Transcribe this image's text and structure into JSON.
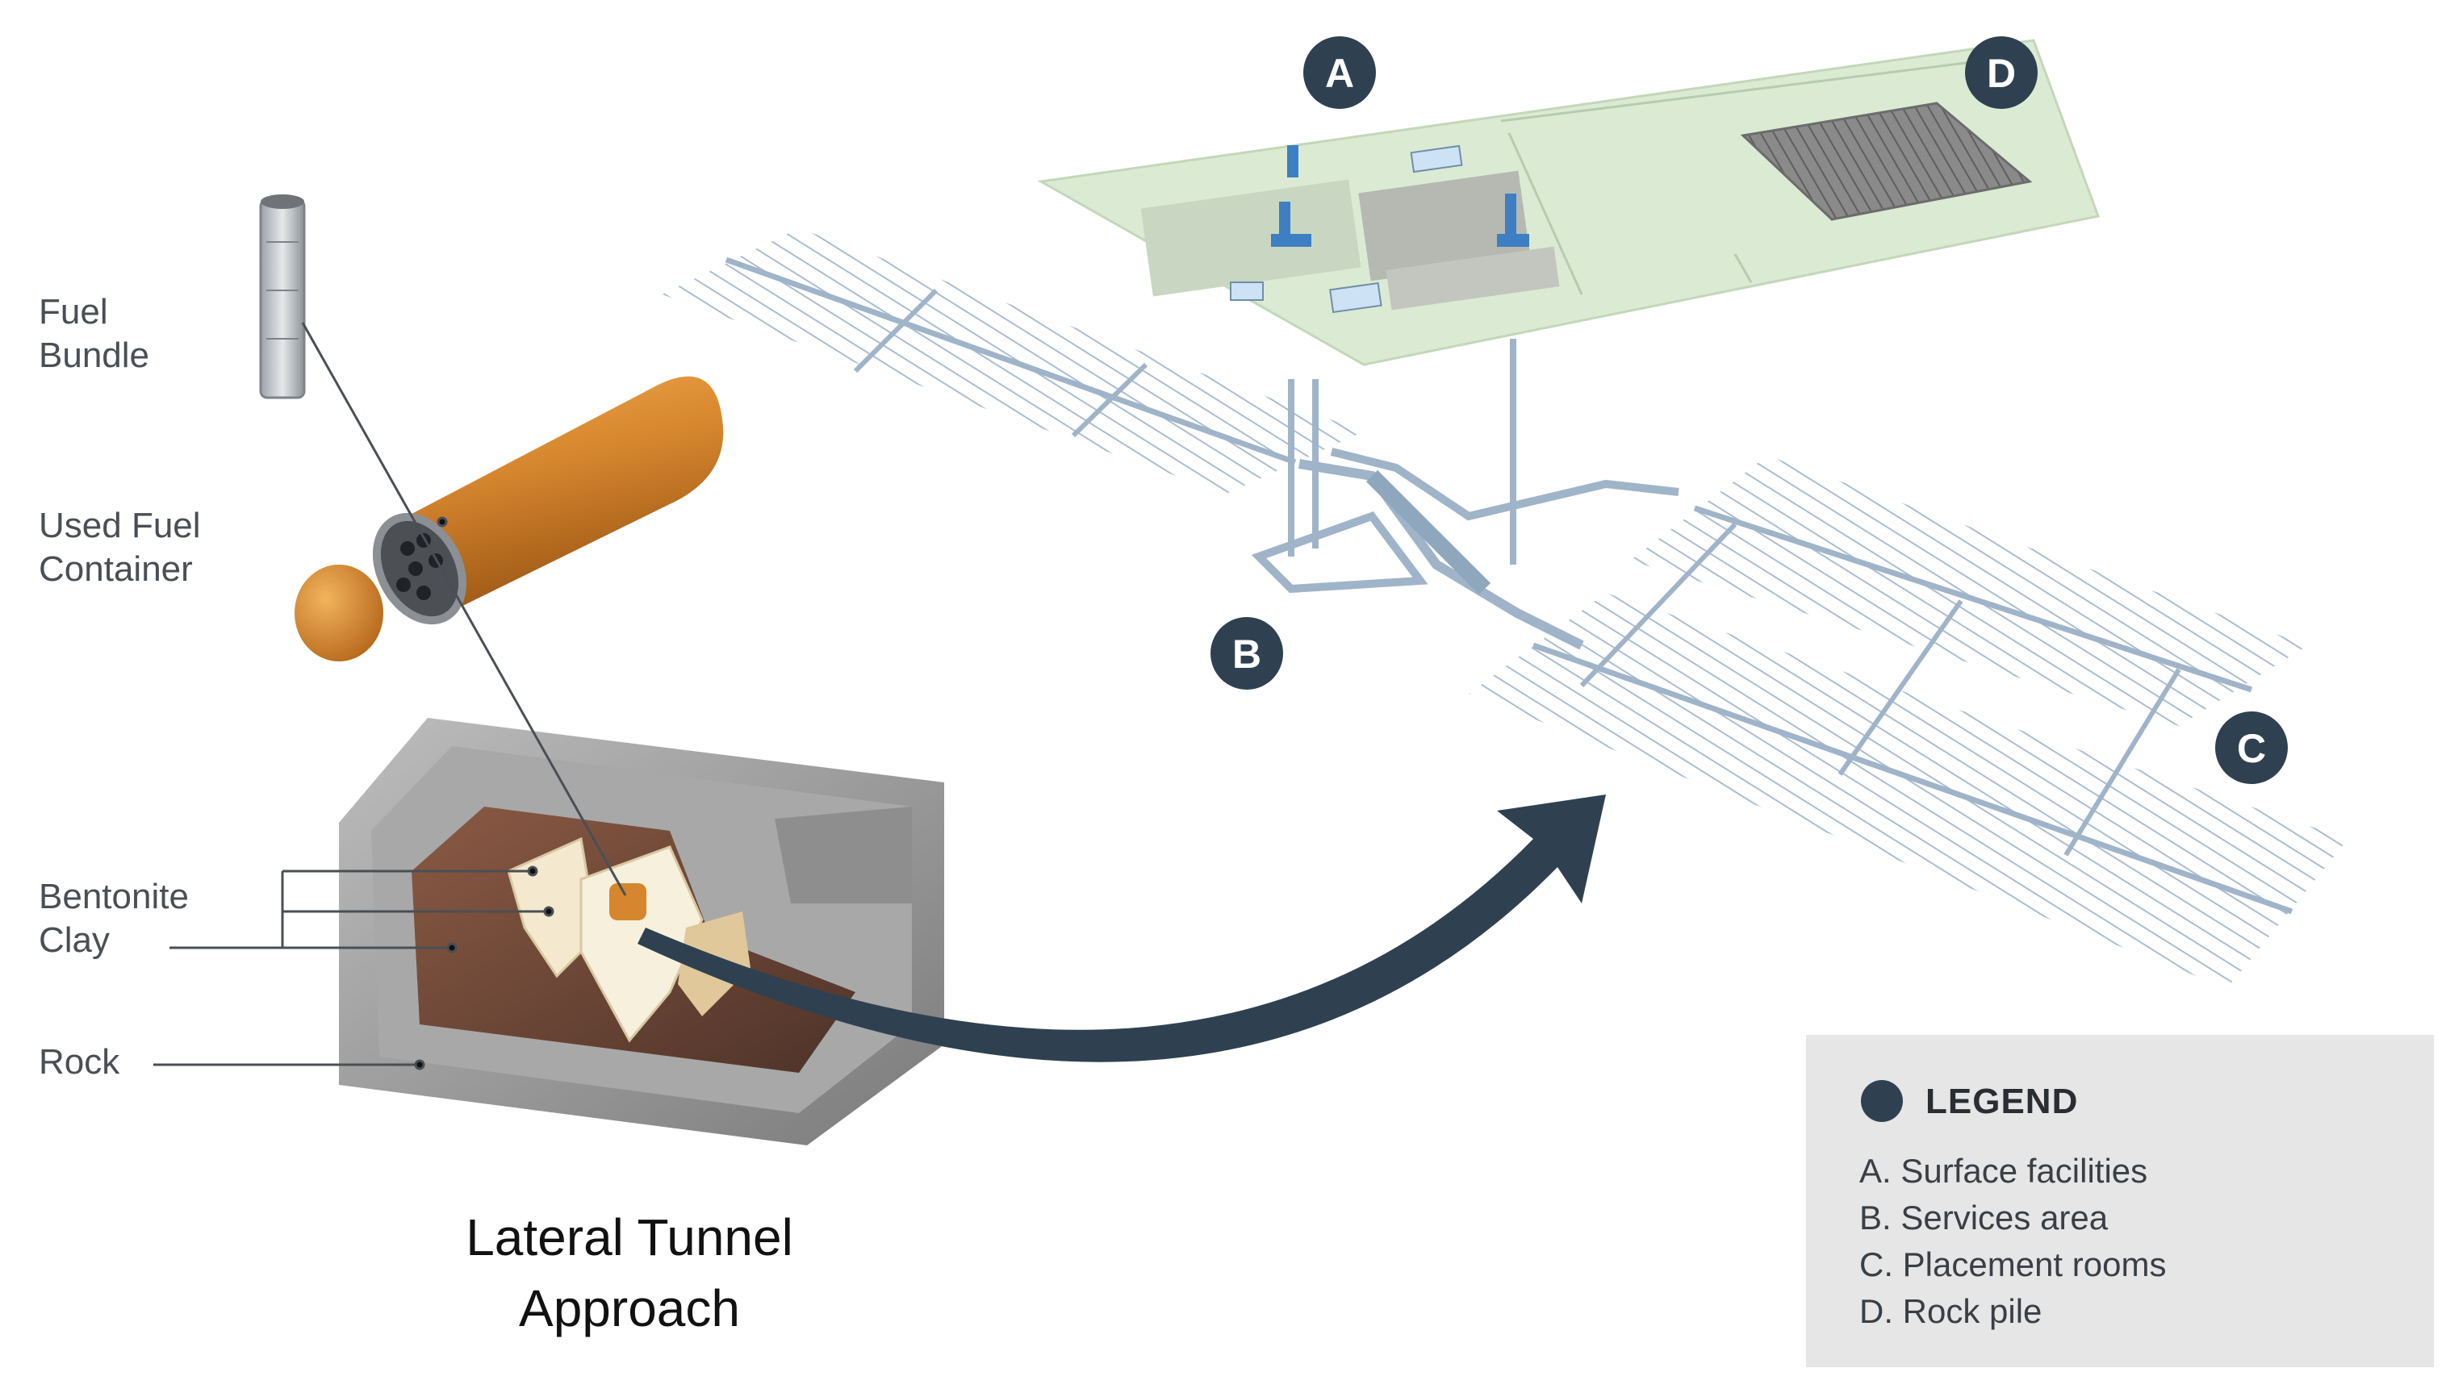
{
  "components": {
    "fuel_bundle": "Fuel\nBundle",
    "used_fuel_container": "Used Fuel\nContainer",
    "bentonite_clay": "Bentonite\nClay",
    "rock": "Rock"
  },
  "caption": {
    "line1": "Lateral Tunnel",
    "line2": "Approach"
  },
  "markers": {
    "a": "A",
    "b": "B",
    "c": "C",
    "d": "D"
  },
  "legend": {
    "title": "LEGEND",
    "items": [
      "A. Surface facilities",
      "B. Services area",
      "C. Placement rooms",
      "D. Rock pile"
    ]
  },
  "colors": {
    "marker": "#2f4150",
    "arrow": "#2f4150",
    "surface_site": "#dbebd3",
    "tunnel": "#9fb4c8",
    "container": "#d6862e",
    "bentonite": "#f4e9cf",
    "rock_cutaway": "#6f4a3a",
    "concrete": "#9a9a9a"
  }
}
